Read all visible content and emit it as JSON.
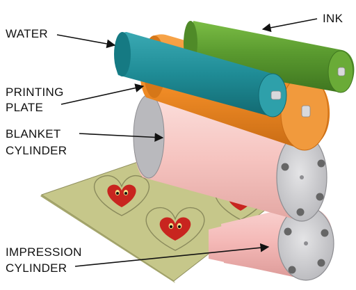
{
  "labels": {
    "water": "WATER",
    "ink": "INK",
    "printing_plate_line1": "PRINTING",
    "printing_plate_line2": "PLATE",
    "blanket_line1": "BLANKET",
    "blanket_line2": "CYLINDER",
    "impression_line1": "IMPRESSION",
    "impression_line2": "CYLINDER"
  },
  "colors": {
    "ink_roller": "#5a9a2f",
    "water_roller": "#1f8c96",
    "plate_cylinder": "#ee8a25",
    "blanket_cylinder": "#f6c4c0",
    "impression_cylinder": "#f4b8b6",
    "end_cap": "#cfcfd2",
    "paper": "#c6c78a",
    "heart": "#c8251f"
  }
}
